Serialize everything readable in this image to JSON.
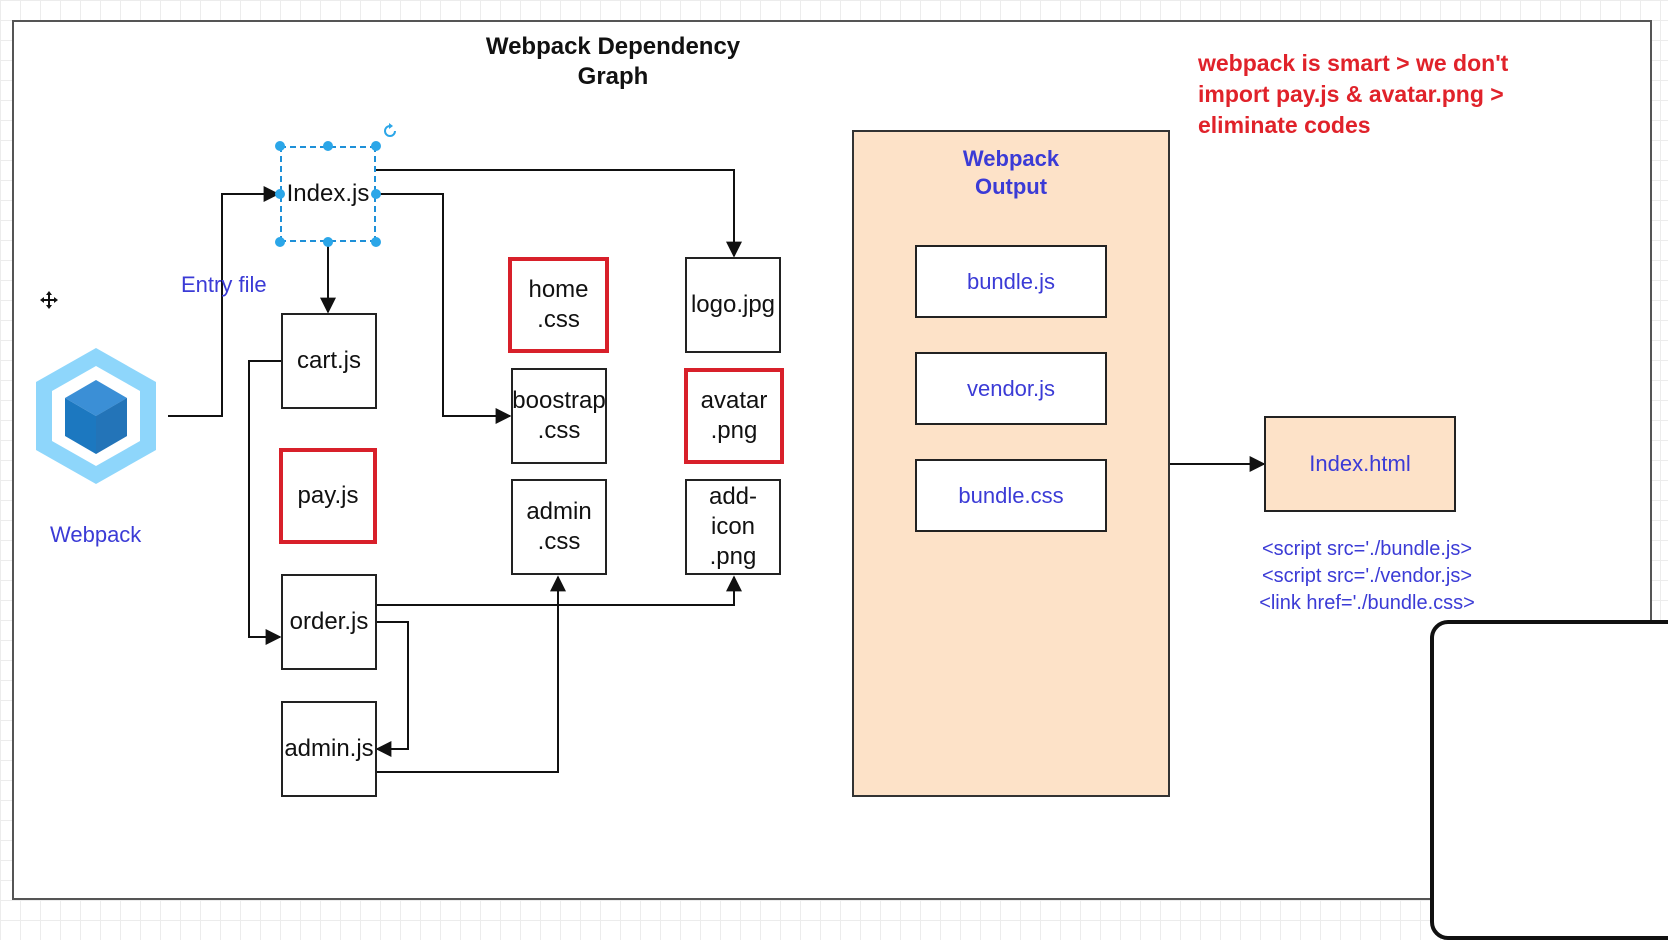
{
  "diagram": {
    "title": "Webpack Dependency\nGraph",
    "note": "webpack is smart > we don't\nimport pay.js & avatar.png >\neliminate codes",
    "entry_label": "Entry file",
    "webpack_label": "Webpack",
    "nodes": {
      "index": "Index.js",
      "cart": "cart.js",
      "pay": "pay.js",
      "order": "order.js",
      "admin_js": "admin.js",
      "home_css": "home\n.css",
      "bootstrap_css": "boostrap\n.css",
      "admin_css": "admin\n.css",
      "logo": "logo.jpg",
      "avatar": "avatar\n.png",
      "add_icon": "add-icon\n.png"
    },
    "output": {
      "title": "Webpack\nOutput",
      "bundle_js": "bundle.js",
      "vendor_js": "vendor.js",
      "bundle_css": "bundle.css"
    },
    "index_html": "Index.html",
    "html_tags": [
      "<script src='./bundle.js>",
      "<script src='./vendor.js>",
      "<link href='./bundle.css>"
    ],
    "colors": {
      "highlight_red": "#d8202a",
      "blue_text": "#3b3bd6",
      "output_fill": "#fde2c8",
      "selection_blue": "#2ba6e8"
    }
  }
}
